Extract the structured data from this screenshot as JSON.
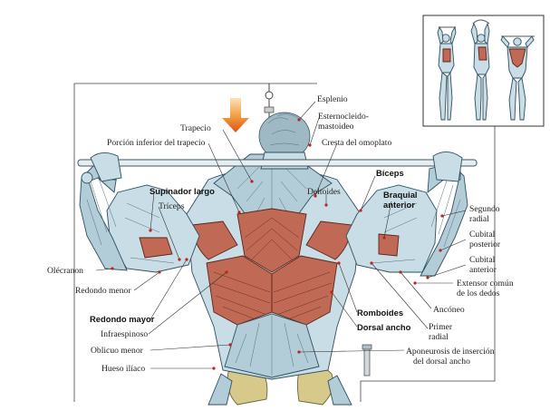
{
  "labels": {
    "esplenio": "Esplenio",
    "esternocleido": [
      "Esternocleido-",
      "mastoideo"
    ],
    "trapecio": "Trapecio",
    "porcion_inferior": "Porción inferior del trapecio",
    "cresta_omoplato": "Cresta del omoplato",
    "biceps": "Bíceps",
    "braquial_anterior": [
      "Braquial",
      "anterior"
    ],
    "supinador_largo": "Supinador largo",
    "deltoides": "Deltoides",
    "triceps": "Tríceps",
    "segundo_radial": [
      "Segundo",
      "radial"
    ],
    "cubital_posterior": [
      "Cubital",
      "posterior"
    ],
    "cubital_anterior": [
      "Cubital",
      "anterior"
    ],
    "olecranon": "Olécranon",
    "redondo_menor": "Redondo menor",
    "redondo_mayor": "Redondo mayor",
    "infraespinoso": "Infraespinoso",
    "oblicuo_menor": "Oblicuo menor",
    "hueso_iliaco": "Hueso ilíaco",
    "extensor_comun": [
      "Extensor común",
      "de los dedos"
    ],
    "anconeo": "Ancóneo",
    "romboides": "Romboides",
    "dorsal_ancho": "Dorsal ancho",
    "primer_radial": [
      "Primer",
      "radial"
    ],
    "aponeurosis": [
      "Aponeurosis de inserción",
      "del dorsal ancho"
    ]
  },
  "colors": {
    "arrow": "#e8781e",
    "highlight_muscle": "#c06a55",
    "muscle": "#c9dde6",
    "marker": "#c0201e"
  },
  "icons": [
    "down-arrow-icon"
  ]
}
